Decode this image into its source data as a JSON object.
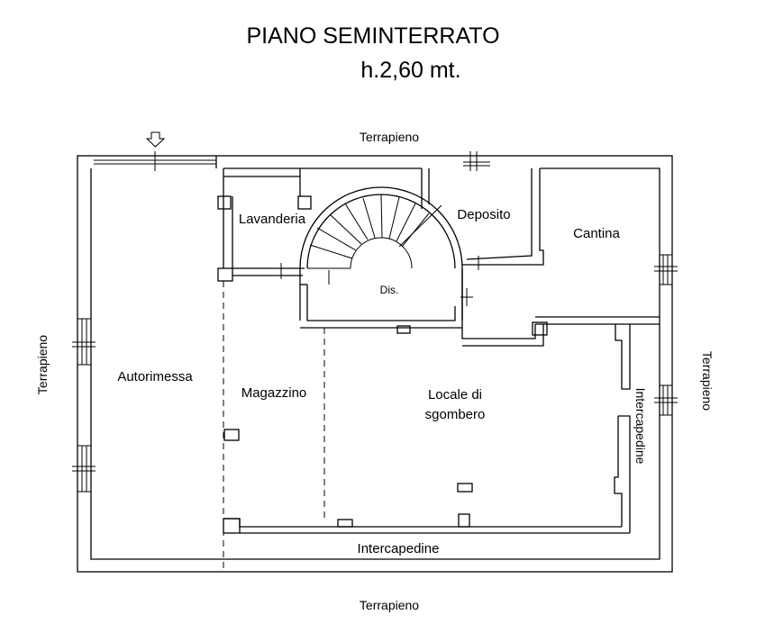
{
  "title": {
    "line1": "PIANO SEMINTERRATO",
    "line2": "h.2,60 mt."
  },
  "surroundings": {
    "top": "Terrapieno",
    "bottom": "Terrapieno",
    "left": "Terrapieno",
    "right": "Terrapieno"
  },
  "rooms": {
    "lavanderia": "Lavanderia",
    "deposito": "Deposito",
    "cantina": "Cantina",
    "dis": "Dis.",
    "autorimessa": "Autorimessa",
    "magazzino": "Magazzino",
    "locale_line1": "Locale di",
    "locale_line2": "sgombero",
    "intercapedine_right": "Intercapedine",
    "intercapedine_bottom": "Intercapedine"
  },
  "icons": {
    "entrance": "entrance-arrow-icon"
  }
}
